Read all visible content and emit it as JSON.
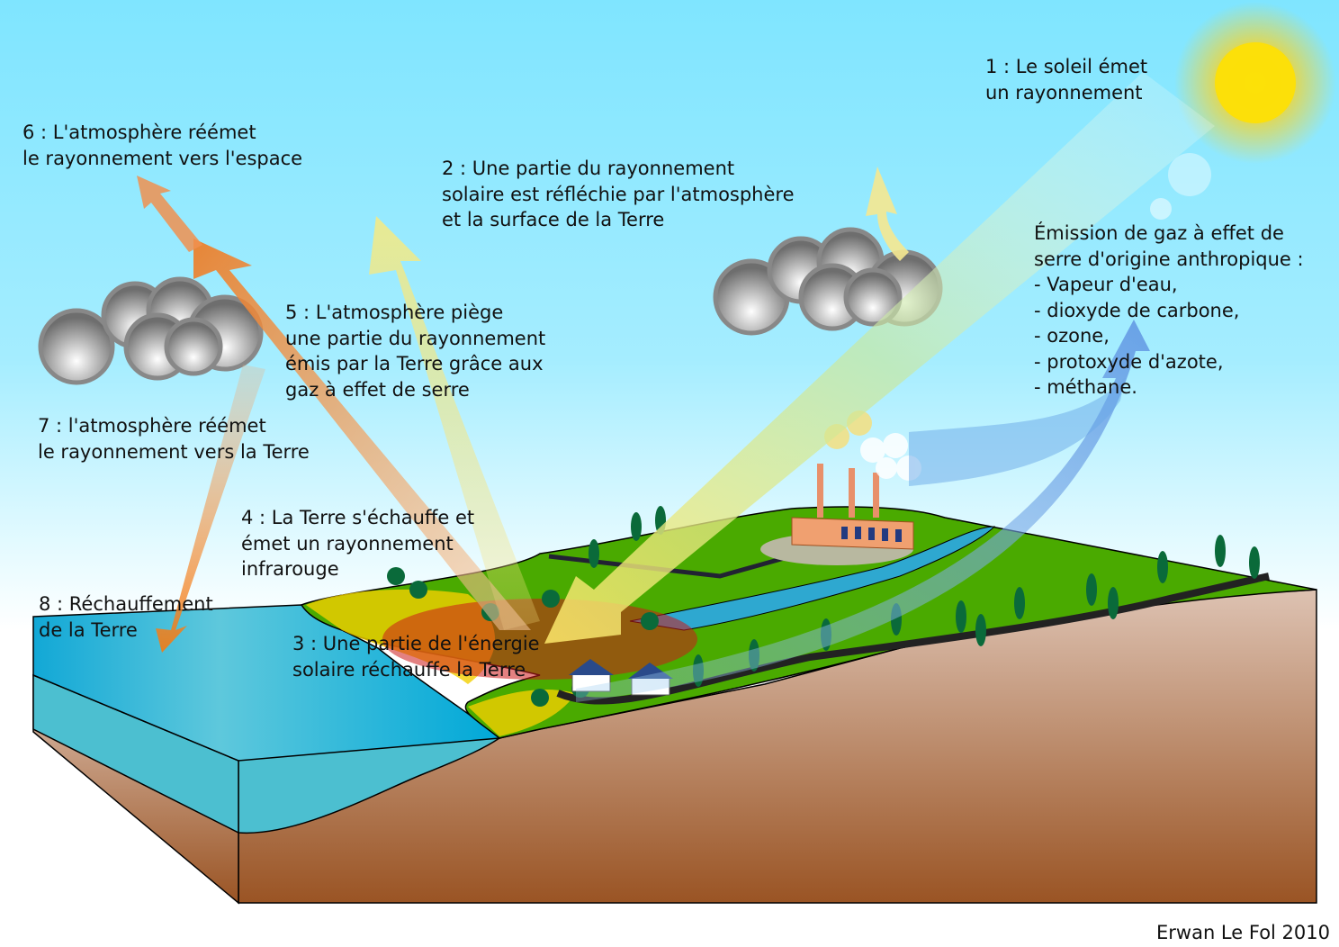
{
  "title": "Effet de serre",
  "labels": {
    "step1": "1 : Le soleil émet\nun rayonnement",
    "step2": "2 : Une partie du rayonnement\nsolaire est réfléchie par l'atmosphère\net la surface de la Terre",
    "step3": "3 : Une partie de l'énergie\nsolaire réchauffe la Terre",
    "step4": "4 : La Terre s'échauffe et\német un rayonnement\ninfrarouge",
    "step5": "5 : L'atmosphère piège\nune partie du rayonnement\némis par la Terre grâce aux\ngaz à effet de serre",
    "step6": "6 : L'atmosphère réémet\nle rayonnement vers l'espace",
    "step7": "7 : l'atmosphère réémet\nle rayonnement vers la Terre",
    "step8": "8 : Réchauffement\nde la Terre",
    "emissions": "Émission de gaz à effet de\nserre d'origine anthropique :\n- Vapeur d'eau,\n- dioxyde de carbone,\n- ozone,\n- protoxyde d'azote,\n- méthane."
  },
  "credit": "Erwan Le Fol 2010",
  "colors": {
    "sky": "#7fe5ff",
    "ocean": "#00a8d8",
    "land": "#4aaa00",
    "soil": "#a0582a",
    "solar": "#f2e27a",
    "infrared": "#f07a2a",
    "gas": "#5a8ee0",
    "heat": "#cc1a1a"
  }
}
